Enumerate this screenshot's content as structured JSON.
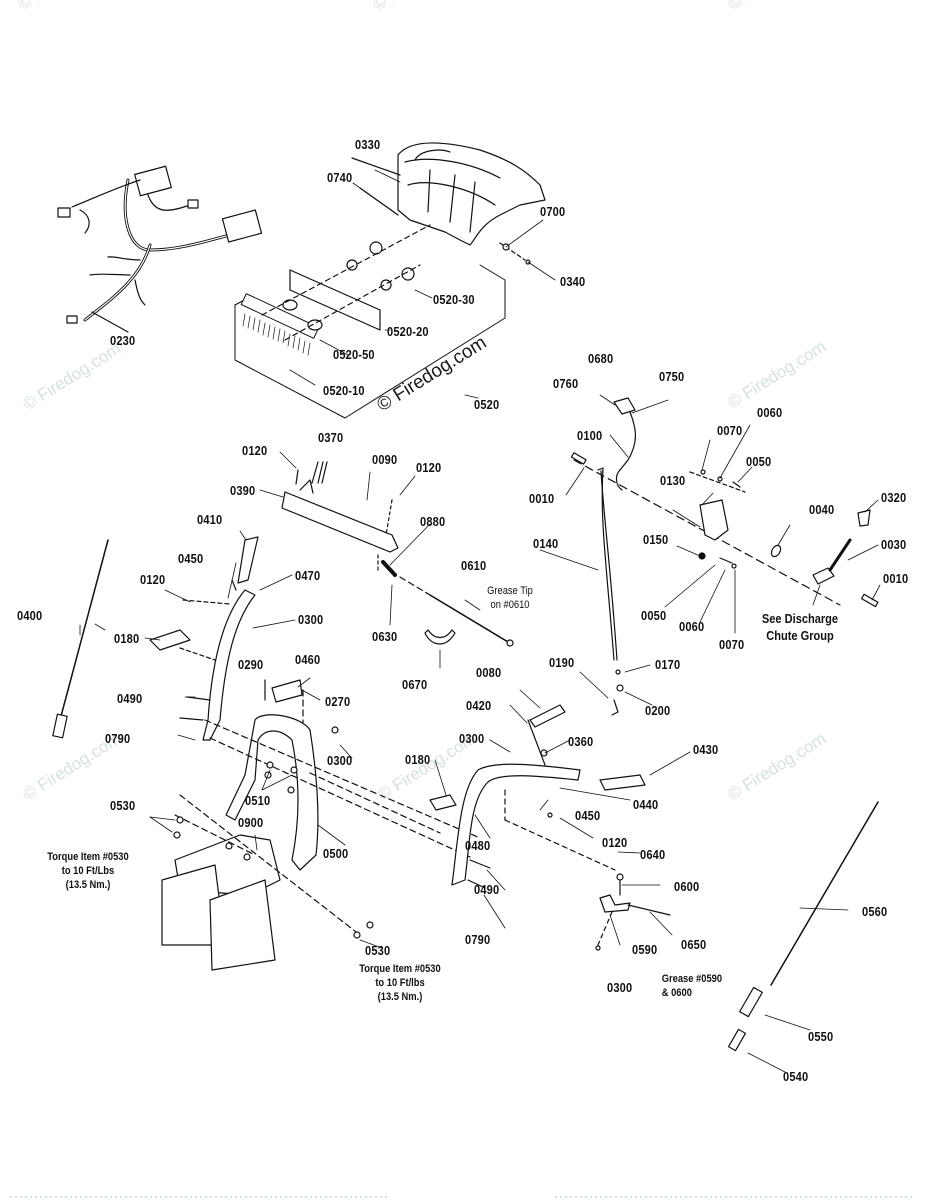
{
  "diagram": {
    "type": "exploded-parts-diagram",
    "subject": "Snow thrower handle, control & dash panel assembly",
    "part_labels": [
      {
        "id": "0330",
        "text": "0330"
      },
      {
        "id": "0740",
        "text": "0740"
      },
      {
        "id": "0700",
        "text": "0700"
      },
      {
        "id": "0340",
        "text": "0340"
      },
      {
        "id": "0520-30",
        "text": "0520-30"
      },
      {
        "id": "0520-20",
        "text": "0520-20"
      },
      {
        "id": "0520-50",
        "text": "0520-50"
      },
      {
        "id": "0520-10",
        "text": "0520-10"
      },
      {
        "id": "0520",
        "text": "0520"
      },
      {
        "id": "0230",
        "text": "0230"
      },
      {
        "id": "0680",
        "text": "0680"
      },
      {
        "id": "0760",
        "text": "0760"
      },
      {
        "id": "0750",
        "text": "0750"
      },
      {
        "id": "0100",
        "text": "0100"
      },
      {
        "id": "0060a",
        "text": "0060"
      },
      {
        "id": "0070a",
        "text": "0070"
      },
      {
        "id": "0050a",
        "text": "0050"
      },
      {
        "id": "0010a",
        "text": "0010"
      },
      {
        "id": "0130",
        "text": "0130"
      },
      {
        "id": "0040",
        "text": "0040"
      },
      {
        "id": "0320",
        "text": "0320"
      },
      {
        "id": "0030",
        "text": "0030"
      },
      {
        "id": "0010b",
        "text": "0010"
      },
      {
        "id": "0140",
        "text": "0140"
      },
      {
        "id": "0150",
        "text": "0150"
      },
      {
        "id": "0050b",
        "text": "0050"
      },
      {
        "id": "0060b",
        "text": "0060"
      },
      {
        "id": "0070b",
        "text": "0070"
      },
      {
        "id": "0120a",
        "text": "0120"
      },
      {
        "id": "0370",
        "text": "0370"
      },
      {
        "id": "0090",
        "text": "0090"
      },
      {
        "id": "0120b",
        "text": "0120"
      },
      {
        "id": "0390",
        "text": "0390"
      },
      {
        "id": "0880",
        "text": "0880"
      },
      {
        "id": "0410",
        "text": "0410"
      },
      {
        "id": "0450a",
        "text": "0450"
      },
      {
        "id": "0470",
        "text": "0470"
      },
      {
        "id": "0120c",
        "text": "0120"
      },
      {
        "id": "0610",
        "text": "0610"
      },
      {
        "id": "0300a",
        "text": "0300"
      },
      {
        "id": "0400",
        "text": "0400"
      },
      {
        "id": "0180a",
        "text": "0180"
      },
      {
        "id": "0630",
        "text": "0630"
      },
      {
        "id": "0670",
        "text": "0670"
      },
      {
        "id": "0190",
        "text": "0190"
      },
      {
        "id": "0170",
        "text": "0170"
      },
      {
        "id": "0290",
        "text": "0290"
      },
      {
        "id": "0460",
        "text": "0460"
      },
      {
        "id": "0080",
        "text": "0080"
      },
      {
        "id": "0270",
        "text": "0270"
      },
      {
        "id": "0490a",
        "text": "0490"
      },
      {
        "id": "0200",
        "text": "0200"
      },
      {
        "id": "0420",
        "text": "0420"
      },
      {
        "id": "0790a",
        "text": "0790"
      },
      {
        "id": "0300b",
        "text": "0300"
      },
      {
        "id": "0360",
        "text": "0360"
      },
      {
        "id": "0300c",
        "text": "0300"
      },
      {
        "id": "0430",
        "text": "0430"
      },
      {
        "id": "0180b",
        "text": "0180"
      },
      {
        "id": "0510",
        "text": "0510"
      },
      {
        "id": "0440",
        "text": "0440"
      },
      {
        "id": "0450b",
        "text": "0450"
      },
      {
        "id": "0530a",
        "text": "0530"
      },
      {
        "id": "0900",
        "text": "0900"
      },
      {
        "id": "0120d",
        "text": "0120"
      },
      {
        "id": "0500",
        "text": "0500"
      },
      {
        "id": "0480",
        "text": "0480"
      },
      {
        "id": "0640",
        "text": "0640"
      },
      {
        "id": "0600",
        "text": "0600"
      },
      {
        "id": "0560",
        "text": "0560"
      },
      {
        "id": "0490b",
        "text": "0490"
      },
      {
        "id": "0650",
        "text": "0650"
      },
      {
        "id": "0790b",
        "text": "0790"
      },
      {
        "id": "0590",
        "text": "0590"
      },
      {
        "id": "0530b",
        "text": "0530"
      },
      {
        "id": "0300d",
        "text": "0300"
      },
      {
        "id": "0550",
        "text": "0550"
      },
      {
        "id": "0540",
        "text": "0540"
      }
    ],
    "notes": {
      "grease_tip": [
        "Grease Tip",
        "on #0610"
      ],
      "discharge": [
        "See Discharge",
        "Chute Group"
      ],
      "torque_left": [
        "Torque Item #0530",
        "to 10 Ft/Lbs",
        "(13.5 Nm.)"
      ],
      "torque_bottom": [
        "Torque Item #0530",
        "to 10 Ft/lbs",
        "(13.5 Nm.)"
      ],
      "grease_0590": [
        "Grease #0590",
        "& 0600"
      ]
    },
    "watermark": "© Firedog.com",
    "colors": {
      "ink": "#111111",
      "watermark": "#d6e3d9",
      "background": "#ffffff"
    }
  }
}
